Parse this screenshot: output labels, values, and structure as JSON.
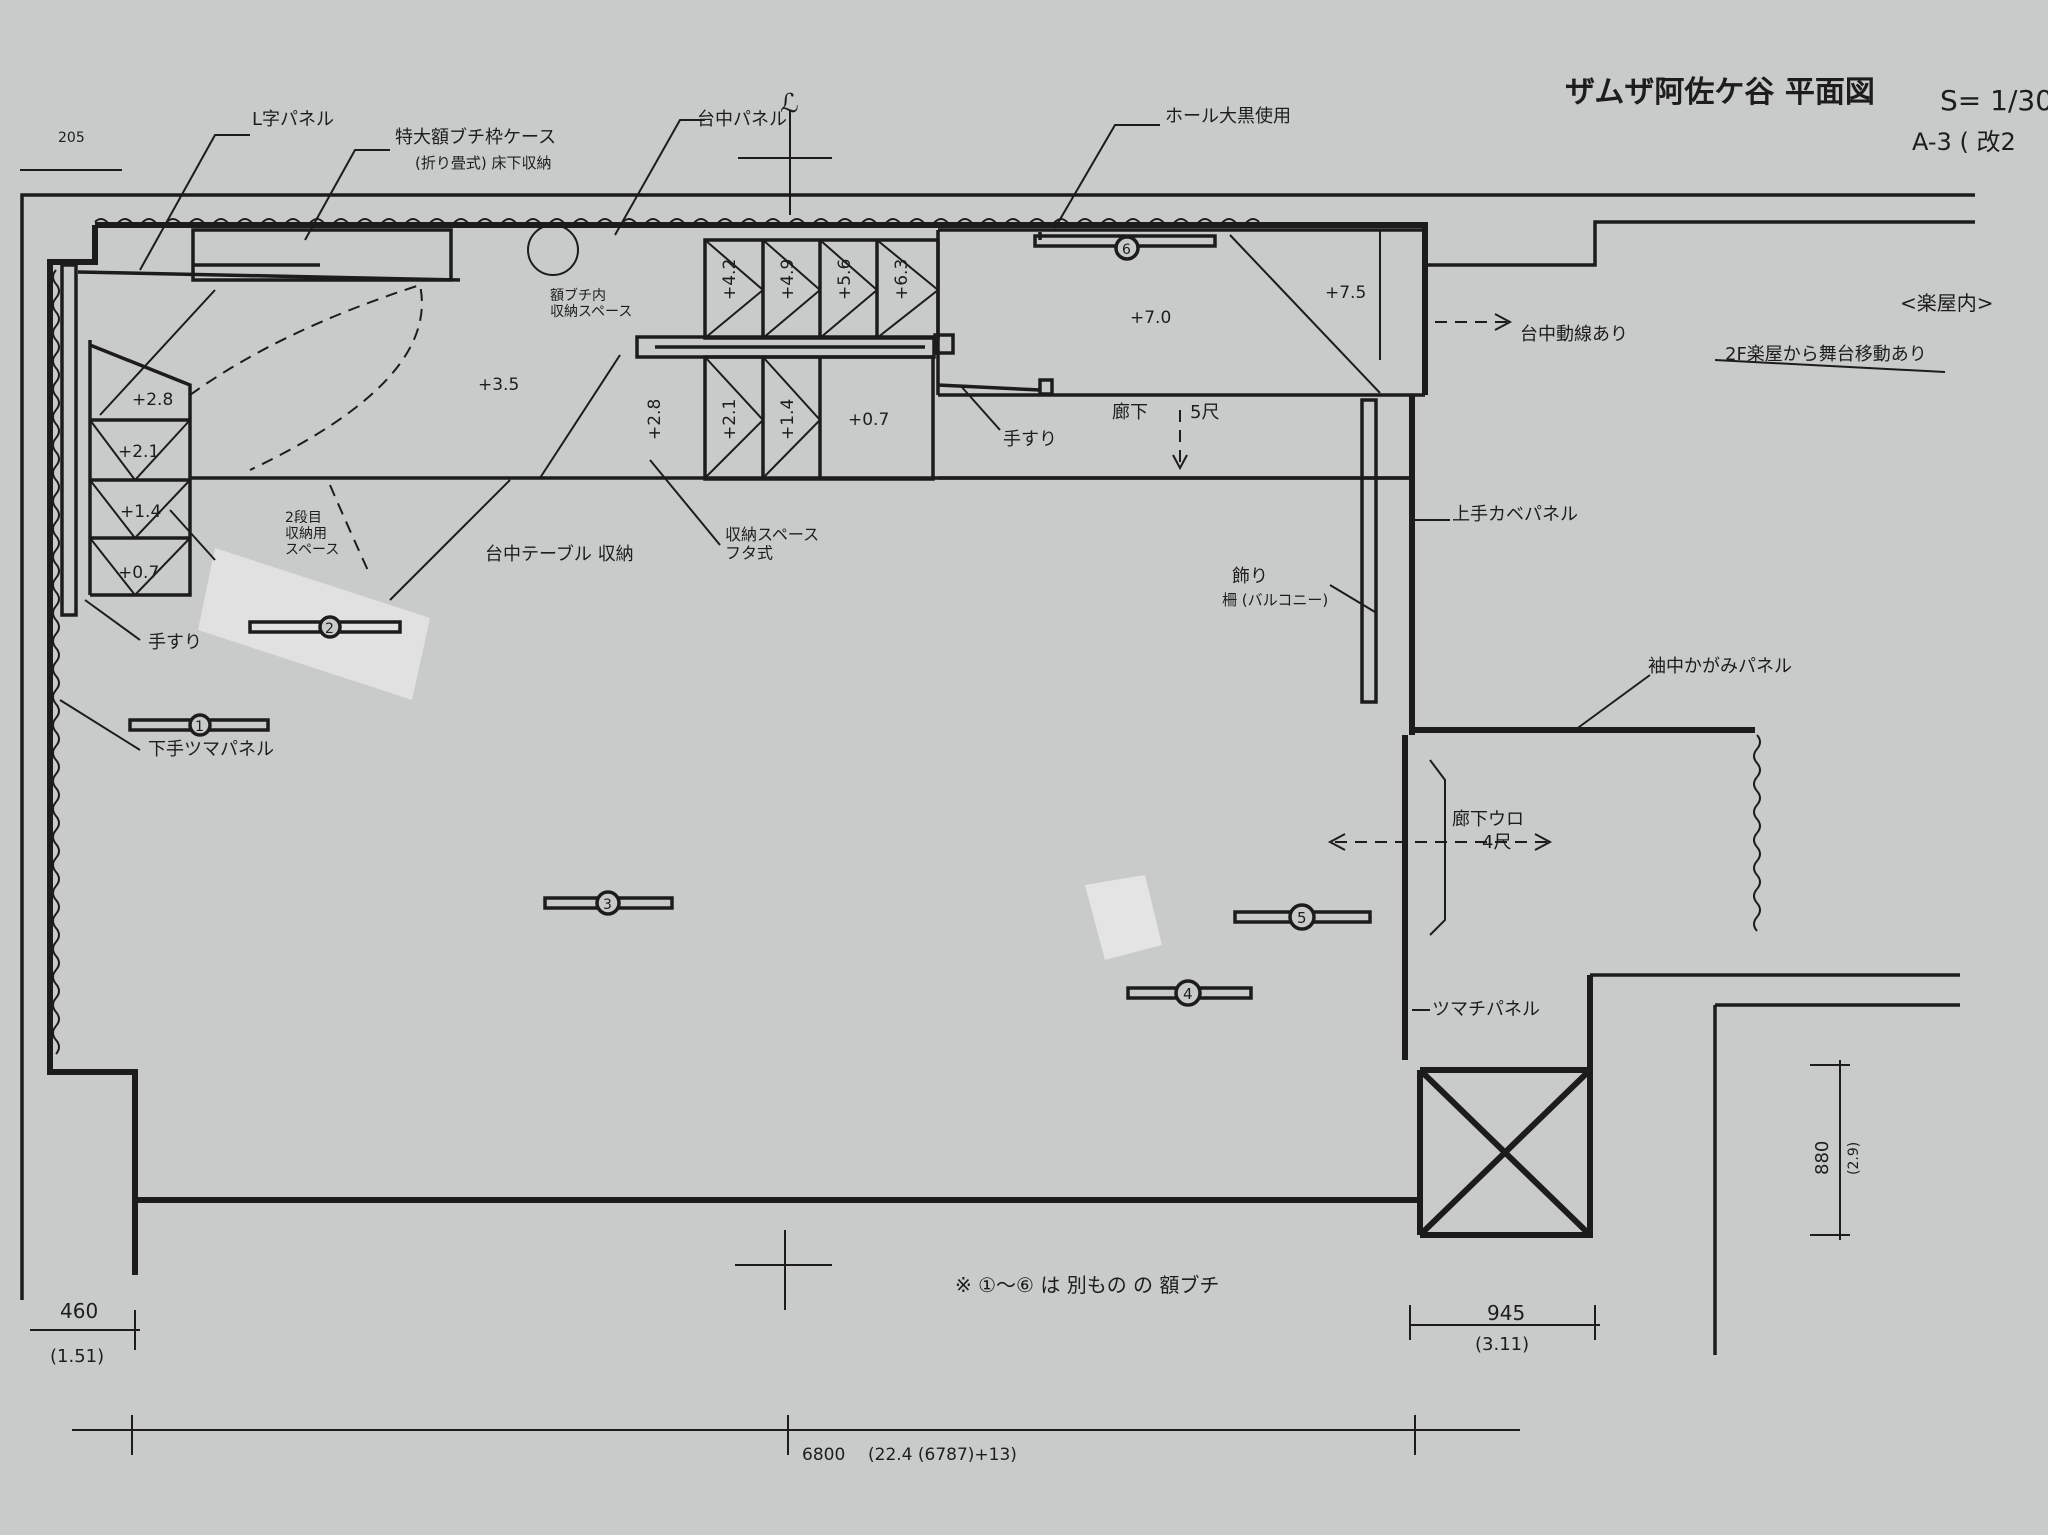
{
  "title": {
    "main": "ザムザ阿佐ケ谷 平面図",
    "scale": "S= 1/30",
    "sheet": "A-3 ( 改2"
  },
  "labels": {
    "l_panel": "L字パネル",
    "special_case": "特大額ブチ枠ケース",
    "special_case_sub": "(折り畳式) 床下収納",
    "stage_panel": "台中パネル",
    "hall_black": "ホール大黒使用",
    "gakubuchi_storage": "額ブチ内\n収納スペース",
    "level_3_5": "+3.5",
    "level_2_8": "+2.8",
    "level_2_1": "+2.1",
    "level_1_4": "+1.4",
    "level_0_7": "+0.7",
    "step_4_2": "+4.2",
    "step_4_9": "+4.9",
    "step_5_6": "+5.6",
    "step_6_3": "+6.3",
    "level_7_0": "+7.0",
    "level_7_5": "+7.5",
    "s_2_8": "+2.8",
    "s_2_1": "+2.1",
    "s_1_4": "+1.4",
    "s_0_7": "+0.7",
    "second_step": "2段目\n収納用\nスペース",
    "handrail_left": "手すり",
    "handrail_mid": "手すり",
    "stage_table": "台中テーブル 収納",
    "storage_lid": "収納スペース\nフタ式",
    "lower_panel": "下手ツマパネル",
    "backstage_motion": "台中動線あり",
    "dressing": "<楽屋内>",
    "from_2f": "2F楽屋から舞台移動あり",
    "corridor_5": "廊下",
    "ft_5": "5尺",
    "upper_panel": "上手カベパネル",
    "decoration": "飾り",
    "balcony": "柵 (バルコニー)",
    "sode_panel": "袖中かがみパネル",
    "corridor_4": "廊下ウロ",
    "ft_4": "4尺",
    "tsuma_panel": "ツマチパネル",
    "note": "※ ①〜⑥ は 別もの の 額ブチ",
    "center_mark": "ℒ"
  },
  "dimensions": {
    "d205": "205",
    "d460": "460",
    "d460b": "(1.51)",
    "d945": "945",
    "d945b": "(3.11)",
    "d880": "880",
    "d880b": "(2.9)",
    "d6800": "6800",
    "d6800b": "(22.4 (6787)+13)"
  },
  "frames": {
    "f1": "1",
    "f2": "2",
    "f3": "3",
    "f4": "4",
    "f5": "5",
    "f6": "6"
  },
  "colors": {
    "paper": "#c9cbcb",
    "ink": "#1c1c1c",
    "tape": "#e2e3e2"
  }
}
